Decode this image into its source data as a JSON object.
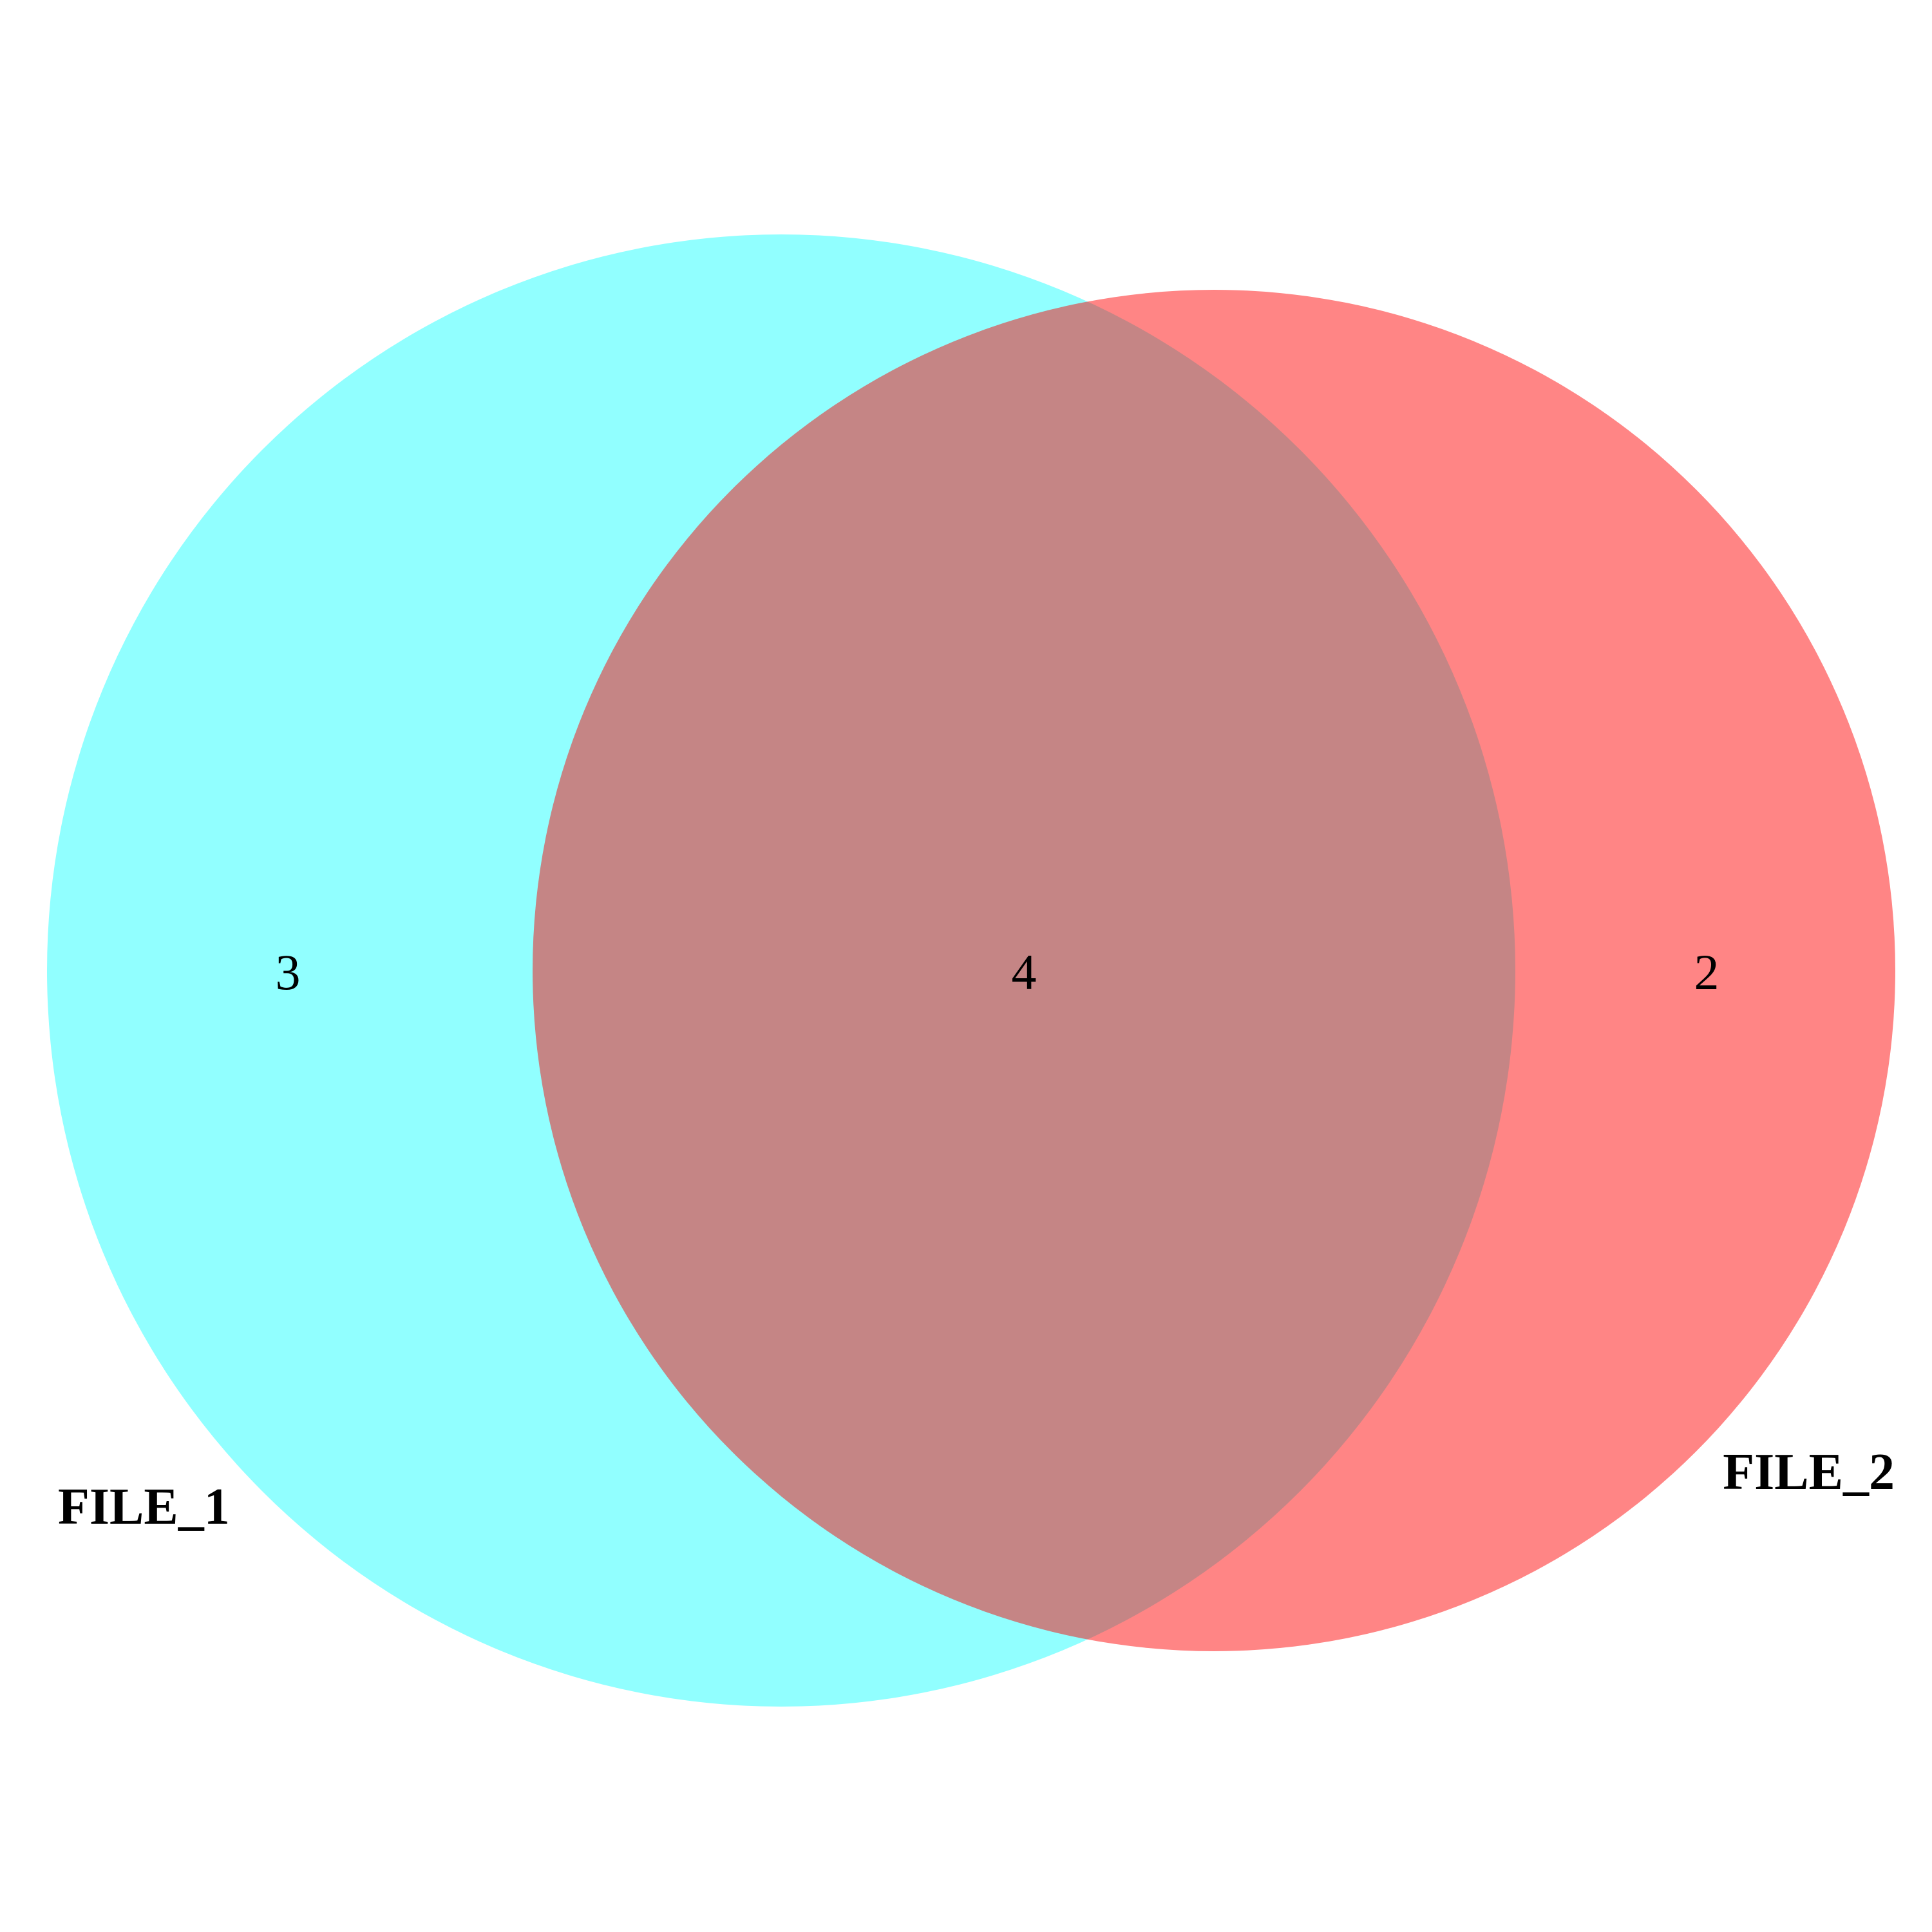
{
  "diagram": {
    "type": "venn",
    "sets": [
      {
        "label": "FILE_1",
        "color": "#00ffff",
        "opacity": 0.43
      },
      {
        "label": "FILE_2",
        "color": "#ff0000",
        "opacity": 0.48
      }
    ],
    "counts": {
      "only_file_1": "3",
      "both": "4",
      "only_file_2": "2"
    }
  }
}
